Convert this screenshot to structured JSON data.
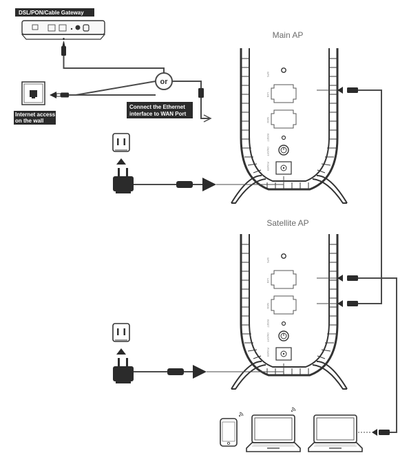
{
  "labels": {
    "gateway": "DSL/PON/Cable Gateway",
    "wall": [
      "Internet access",
      "on the wall"
    ],
    "connect": [
      "Connect the Ethernet",
      "interface to WAN Port"
    ],
    "or": "or",
    "main_ap": "Main AP",
    "satellite_ap": "Satellite AP"
  },
  "ports": {
    "wps": "WPS",
    "lan": "LAN",
    "wan": "WAN",
    "reset": "RESET",
    "onoff": "ON/OFF",
    "power": "POWER"
  },
  "colors": {
    "cable": "#4a4a4a",
    "label_bg": "#2b2b2b",
    "label_text": "#ffffff",
    "device_outline": "#333333",
    "ap_text": "#6b6b6b"
  }
}
